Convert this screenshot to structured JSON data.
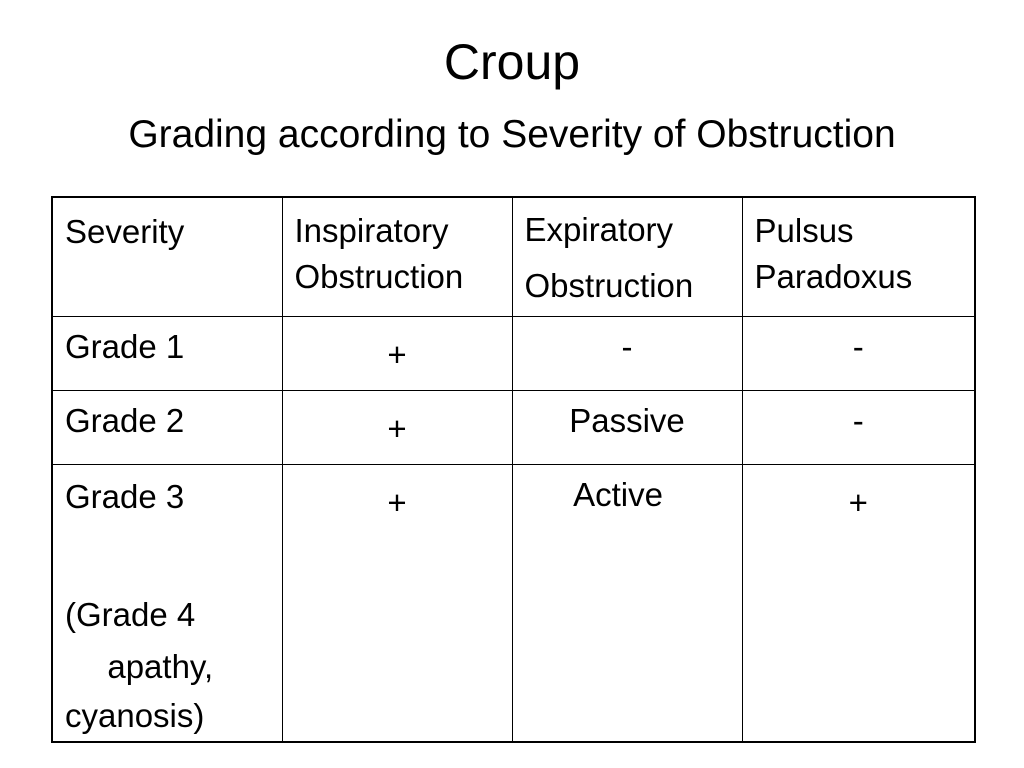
{
  "slide": {
    "title": "Croup",
    "subtitle": "Grading according to Severity of Obstruction"
  },
  "table": {
    "headers": [
      [
        "Severity"
      ],
      [
        "Inspiratory",
        "Obstruction"
      ],
      [
        "Expiratory",
        "Obstruction"
      ],
      [
        "Pulsus",
        "Paradoxus"
      ]
    ],
    "rows": [
      {
        "severity": "Grade 1",
        "inspiratory": "+",
        "expiratory": "-",
        "pulsus": "-"
      },
      {
        "severity": "Grade 2",
        "inspiratory": "+",
        "expiratory": "Passive",
        "pulsus": "-"
      },
      {
        "severity": "Grade 3",
        "severity_note": [
          "(Grade 4",
          "apathy,",
          "cyanosis)"
        ],
        "inspiratory": "+",
        "expiratory": "Active",
        "pulsus": "+"
      }
    ]
  }
}
